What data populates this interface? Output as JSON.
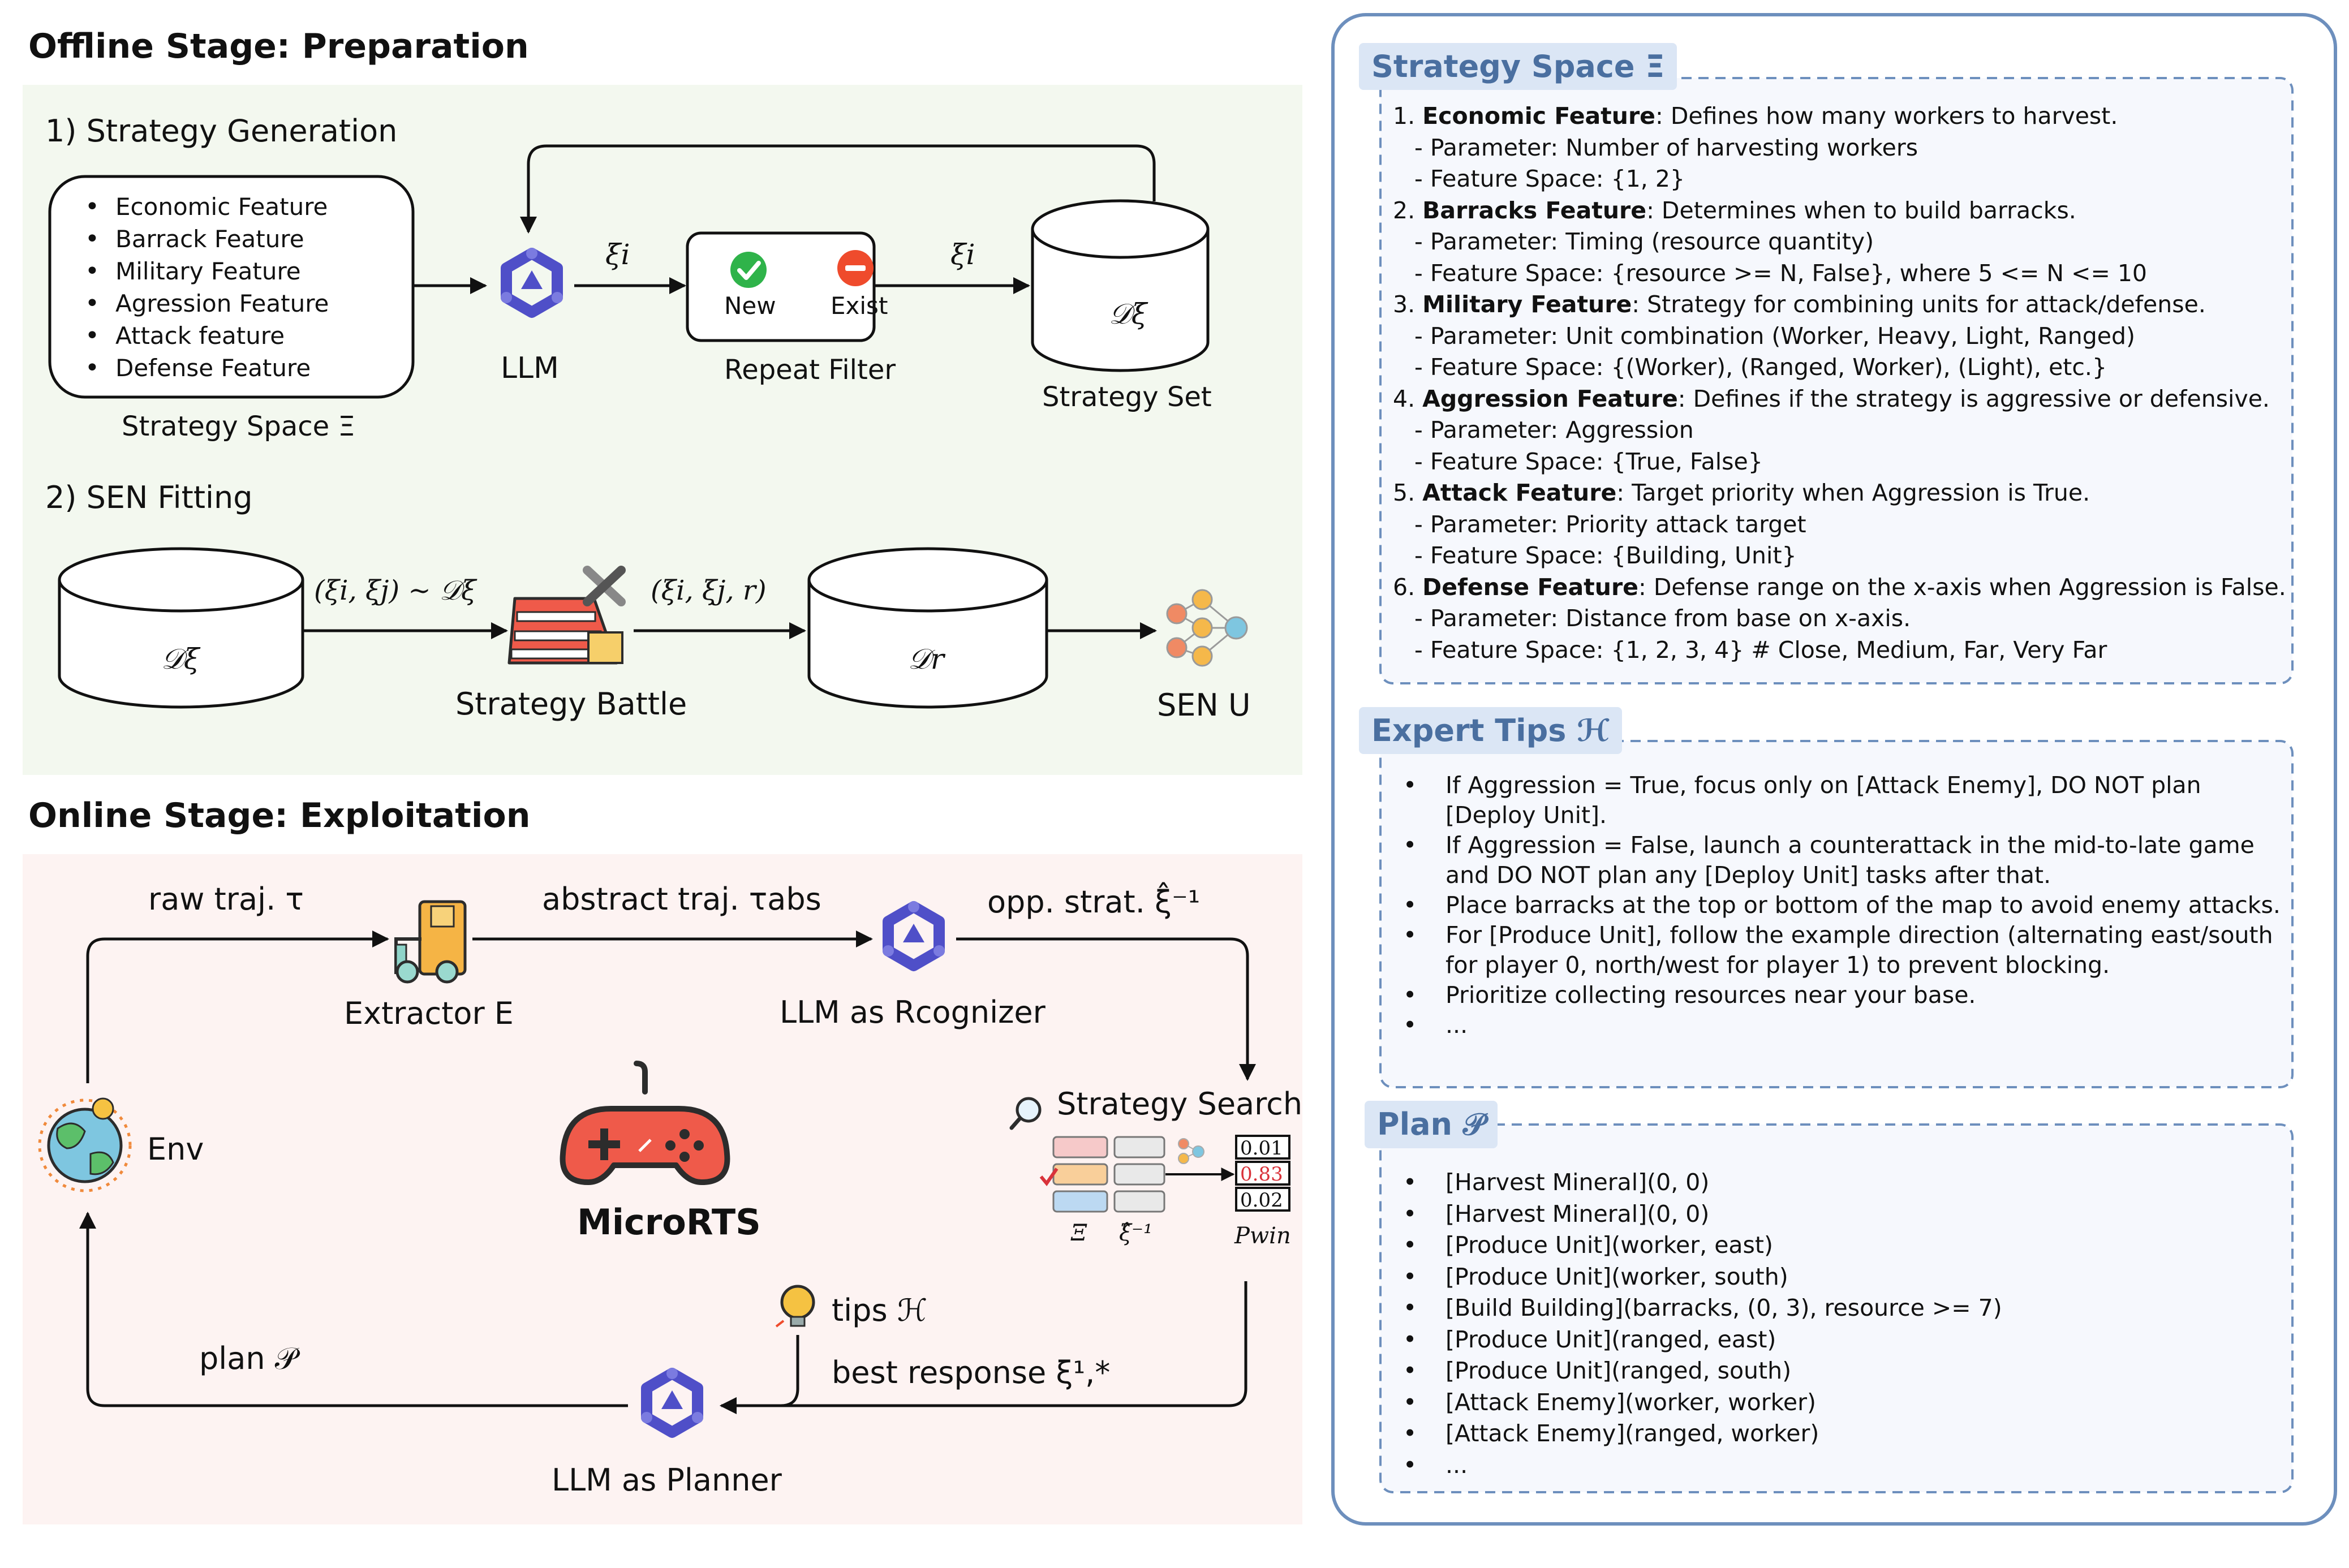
{
  "offline": {
    "title": "Offline Stage: Preparation",
    "gen_title": "1) Strategy Generation",
    "features": [
      "Economic Feature",
      "Barrack Feature",
      "Military Feature",
      "Agression Feature",
      "Attack feature",
      "Defense Feature"
    ],
    "space_label": "Strategy Space Ξ",
    "llm_label": "LLM",
    "xi_label": "ξi",
    "new_label": "New",
    "exist_label": "Exist",
    "filter_label": "Repeat Filter",
    "set_symbol": "𝒟ξ",
    "set_label": "Strategy Set",
    "sen_title": "2) SEN Fitting",
    "sample_label": "(ξi, ξj) ∼ 𝒟ξ",
    "battle_label": "Strategy Battle",
    "result_label": "(ξi, ξj, r)",
    "dr_symbol": "𝒟r",
    "sen_label": "SEN U"
  },
  "online": {
    "title": "Online Stage: Exploitation",
    "raw_traj": "raw traj. τ",
    "extractor": "Extractor E",
    "abs_traj": "abstract traj. τabs",
    "recognizer": "LLM as Rcognizer",
    "opp_strat": "opp. strat. ξ̂⁻¹",
    "env": "Env",
    "game": "MicroRTS",
    "search": "Strategy Search",
    "pwin": [
      "0.01",
      "0.83",
      "0.02"
    ],
    "xi_col": "Ξ",
    "opp_col": "ξ̂⁻¹",
    "pwin_col": "Pwin",
    "tips": "tips ℋ",
    "best": "best response ξ¹,*",
    "plan": "plan 𝒫",
    "planner": "LLM as Planner"
  },
  "space_panel": {
    "title": "Strategy Space Ξ",
    "items": [
      {
        "num": "1.",
        "name": "Economic Feature",
        "desc": ": Defines how many workers to harvest.",
        "param": "- Parameter: Number of harvesting workers",
        "space": "- Feature Space: {1, 2}"
      },
      {
        "num": "2.",
        "name": "Barracks Feature",
        "desc": ": Determines when to build barracks.",
        "param": "- Parameter: Timing (resource quantity)",
        "space": "- Feature Space: {resource >= N, False}, where 5 <= N <= 10"
      },
      {
        "num": "3.",
        "name": "Military Feature",
        "desc": ": Strategy for combining units for attack/defense.",
        "param": "- Parameter: Unit combination (Worker, Heavy, Light, Ranged)",
        "space": "- Feature Space: {(Worker), (Ranged, Worker), (Light), etc.}"
      },
      {
        "num": "4.",
        "name": "Aggression Feature",
        "desc": ": Defines if the strategy is aggressive or defensive.",
        "param": "- Parameter: Aggression",
        "space": "- Feature Space: {True, False}"
      },
      {
        "num": "5.",
        "name": "Attack Feature",
        "desc": ": Target priority when Aggression is True.",
        "param": "- Parameter: Priority attack target",
        "space": "- Feature Space: {Building, Unit}"
      },
      {
        "num": "6.",
        "name": "Defense Feature",
        "desc": ": Defense range on the x-axis when Aggression is False.",
        "param": "- Parameter: Distance from base on x-axis.",
        "space": "- Feature Space: {1, 2, 3, 4}  # Close, Medium, Far, Very Far"
      }
    ]
  },
  "tips_panel": {
    "title": "Expert Tips ℋ",
    "items": [
      "If Aggression = True, focus only on [Attack Enemy], DO NOT plan [Deploy Unit].",
      "If Aggression = False, launch a counterattack in the mid-to-late game and DO NOT plan any [Deploy Unit] tasks after that.",
      "Place barracks at the top or bottom of the map to avoid enemy attacks.",
      "For [Produce Unit], follow the example direction (alternating east/south for player 0, north/west for player 1) to prevent blocking.",
      "Prioritize collecting resources near your base.",
      "..."
    ]
  },
  "plan_panel": {
    "title": "Plan 𝒫",
    "items": [
      "[Harvest Mineral](0, 0)",
      "[Harvest Mineral](0, 0)",
      "[Produce Unit](worker, east)",
      "[Produce Unit](worker, south)",
      "[Build Building](barracks, (0, 3), resource >= 7)",
      "[Produce Unit](ranged, east)",
      "[Produce Unit](ranged, south)",
      "[Attack Enemy](worker, worker)",
      "[Attack Enemy](ranged, worker)",
      "..."
    ]
  },
  "colors": {
    "offline_bg": "#f3f8ef",
    "online_bg": "#fdf3f2",
    "panel_border": "#6d8fbd",
    "tag_bg": "#dbe6f5",
    "llm_icon": "#4f4fc8"
  }
}
